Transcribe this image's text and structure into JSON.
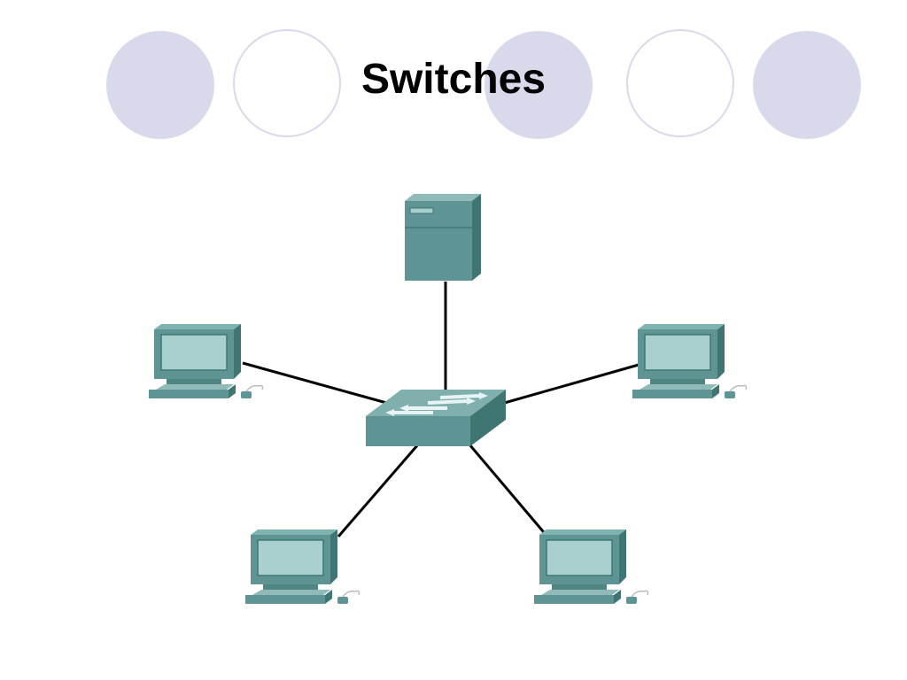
{
  "slide": {
    "title": "Switches"
  },
  "decoration": {
    "circle_color": "#d9d9ec",
    "circles": [
      "filled",
      "outline",
      "filled",
      "outline",
      "filled"
    ]
  },
  "diagram": {
    "device_color": "#5f9494",
    "link_color": "#000000",
    "devices": [
      {
        "id": "server",
        "type": "server-icon"
      },
      {
        "id": "switch",
        "type": "switch-icon"
      },
      {
        "id": "pc-left",
        "type": "workstation-icon"
      },
      {
        "id": "pc-right",
        "type": "workstation-icon"
      },
      {
        "id": "pc-bottom-left",
        "type": "workstation-icon"
      },
      {
        "id": "pc-bottom-right",
        "type": "workstation-icon"
      }
    ],
    "links": [
      {
        "from": "switch",
        "to": "server"
      },
      {
        "from": "switch",
        "to": "pc-left"
      },
      {
        "from": "switch",
        "to": "pc-right"
      },
      {
        "from": "switch",
        "to": "pc-bottom-left"
      },
      {
        "from": "switch",
        "to": "pc-bottom-right"
      }
    ]
  }
}
